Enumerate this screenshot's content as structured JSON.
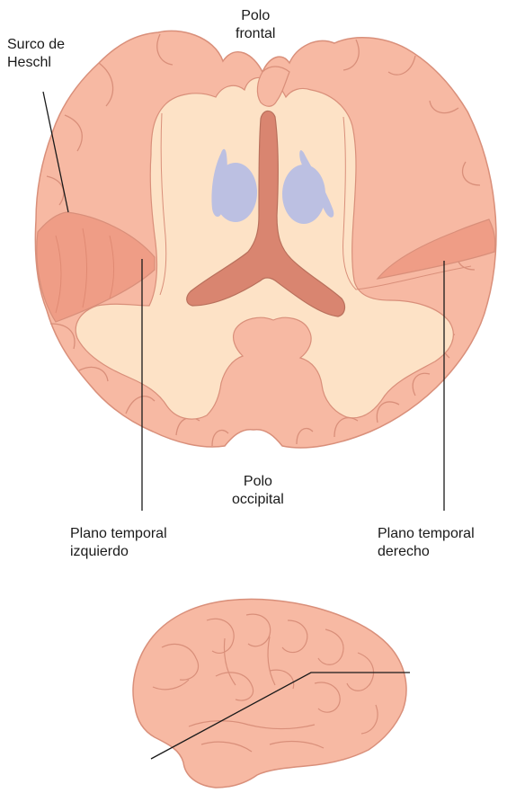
{
  "labels": {
    "heschl": [
      "Surco de",
      "Heschl"
    ],
    "frontal": [
      "Polo",
      "frontal"
    ],
    "occipital": [
      "Polo",
      "occipital"
    ],
    "left_pt": [
      "Plano temporal",
      "izquierdo"
    ],
    "right_pt": [
      "Plano temporal",
      "derecho"
    ]
  },
  "colors": {
    "cortex": "#f7b9a3",
    "cortex_edge": "#d98f7a",
    "white_matter": "#fde2c6",
    "planum": "#ef9d86",
    "ventricle": "#d98570",
    "nuclei": "#bcc0e2",
    "leader_line": "#1a1a1a"
  }
}
